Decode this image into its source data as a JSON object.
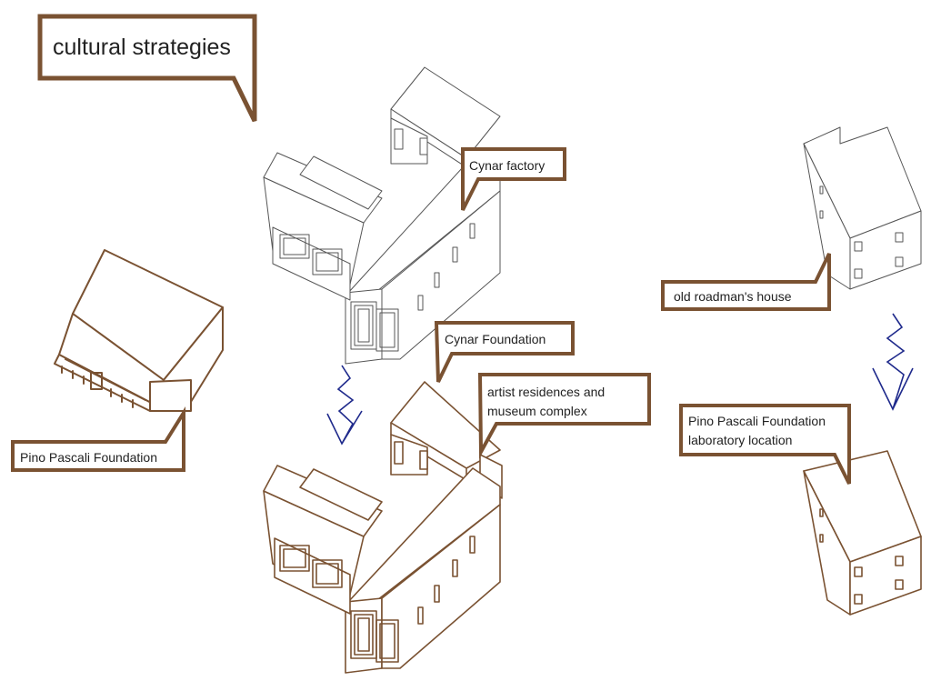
{
  "title": "cultural strategies",
  "labels": {
    "cynar_factory": "Cynar factory",
    "old_roadman": "old roadman's house",
    "pino_foundation": "Pino Pascali Foundation",
    "cynar_foundation": "Cynar Foundation",
    "artist_line1": "artist residences and",
    "artist_line2": "museum complex",
    "lab_line1": "Pino Pascali Foundation",
    "lab_line2": "laboratory location"
  },
  "colors": {
    "callout_border": "#7a5232",
    "existing_line": "#555555",
    "proposed_line": "#7a5232",
    "arrow": "#1f2a8c"
  },
  "icons": {
    "transform_arrow": "zigzag-down-arrow-icon"
  }
}
